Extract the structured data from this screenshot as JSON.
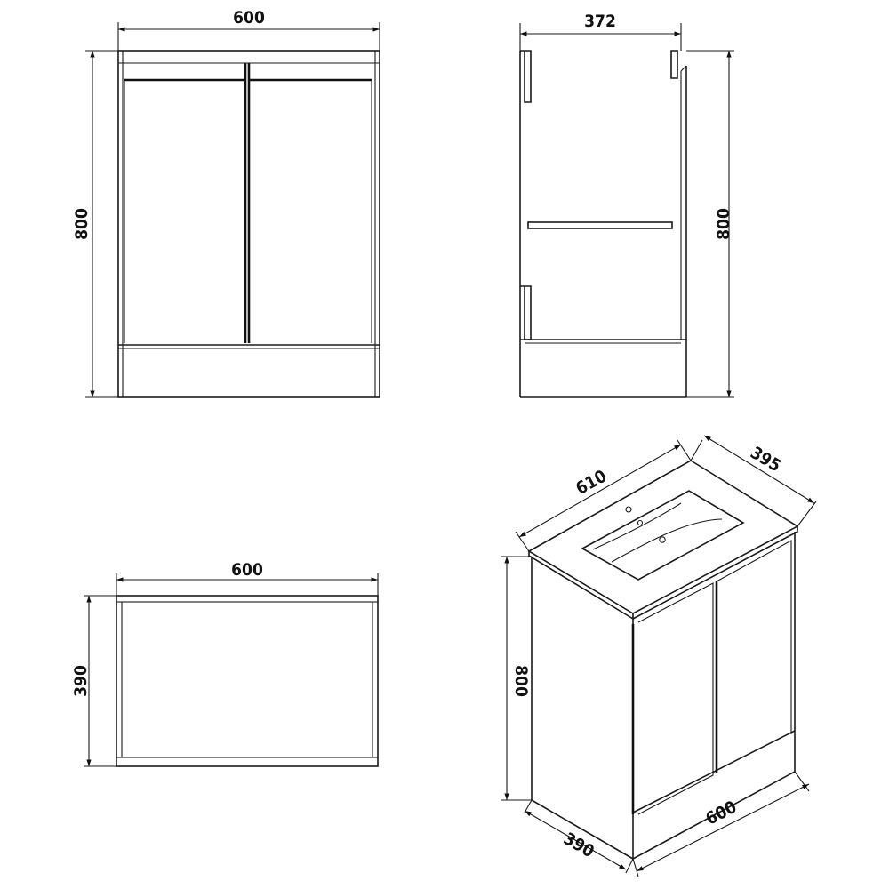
{
  "front_view": {
    "width_label": "600",
    "height_label": "800"
  },
  "side_view": {
    "depth_label": "372",
    "height_label": "800"
  },
  "top_view": {
    "width_label": "600",
    "depth_label": "390"
  },
  "iso_view": {
    "basin_width_label": "610",
    "basin_depth_label": "395",
    "height_label": "800",
    "depth_label": "390",
    "width_label": "600"
  }
}
